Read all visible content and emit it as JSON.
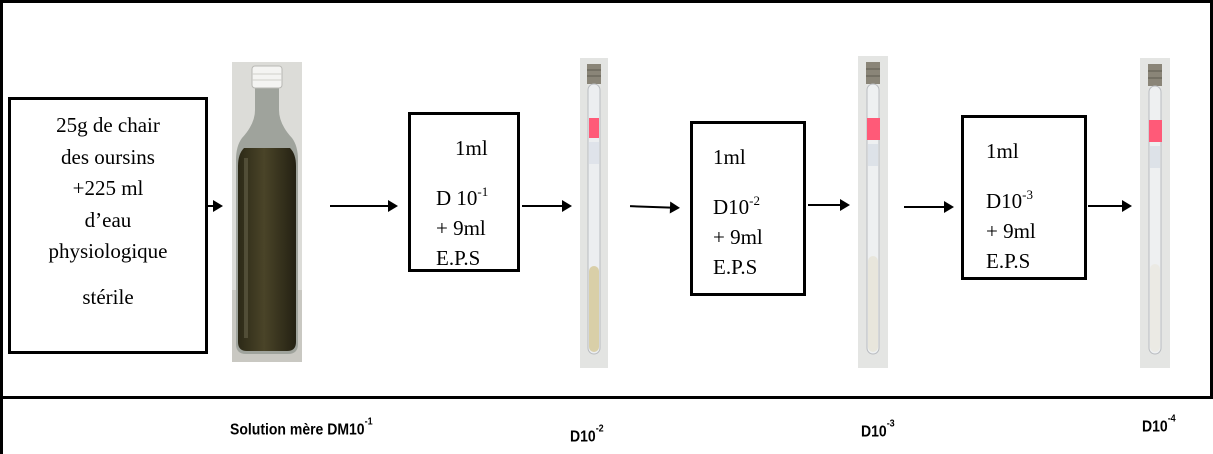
{
  "diagram": {
    "start_box": {
      "lines": [
        "25g de chair",
        "des oursins",
        "+225 ml",
        "d’eau",
        "physiologique",
        "stérile"
      ]
    },
    "steps": [
      {
        "amount": "1ml",
        "dilution_prefix": "D 10",
        "dilution_exp": "-1",
        "diluent": "+ 9ml",
        "medium": "E.P.S"
      },
      {
        "amount": "1ml",
        "dilution_prefix": "D10",
        "dilution_exp": "-2",
        "diluent": "+ 9ml",
        "medium": "E.P.S"
      },
      {
        "amount": "1ml",
        "dilution_prefix": "D10",
        "dilution_exp": "-3",
        "diluent": "+ 9ml",
        "medium": "E.P.S"
      }
    ],
    "captions": [
      {
        "prefix": "Solution mère DM10",
        "exp": "-1"
      },
      {
        "prefix": "D10",
        "exp": "-2"
      },
      {
        "prefix": "D10",
        "exp": "-3"
      },
      {
        "prefix": "D10",
        "exp": "-4"
      }
    ],
    "colors": {
      "stroke": "#000000",
      "suspension": "#3f3a22",
      "tube_glass": "#e6e8ea",
      "cap": "#8a8578",
      "label": "#ff5a78",
      "dilution_liquid": "#d9cfa8"
    }
  }
}
